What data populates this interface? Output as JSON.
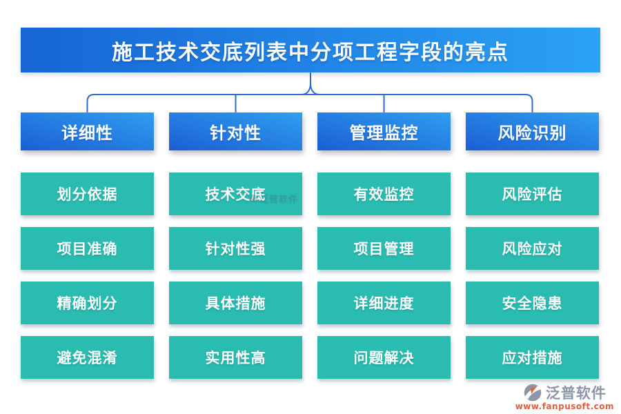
{
  "title": "施工技术交底列表中分项工程字段的亮点",
  "columns": [
    {
      "header": "详细性",
      "items": [
        "划分依据",
        "项目准确",
        "精确划分",
        "避免混淆"
      ]
    },
    {
      "header": "针对性",
      "items": [
        "技术交底",
        "针对性强",
        "具体措施",
        "实用性高"
      ]
    },
    {
      "header": "管理监控",
      "items": [
        "有效监控",
        "项目管理",
        "详细进度",
        "问题解决"
      ]
    },
    {
      "header": "风险识别",
      "items": [
        "风险评估",
        "风险应对",
        "安全隐患",
        "应对措施"
      ]
    }
  ],
  "watermark": {
    "text": "泛普软件"
  },
  "logo": {
    "name": "泛普软件",
    "url": "www.fanpusoft.com"
  },
  "colors": {
    "banner_gradient_start": "#1765d6",
    "banner_gradient_end": "#2ba2f4",
    "header_gradient_start": "#1b5ed3",
    "header_gradient_end": "#2f9ff0",
    "item_teal": "#2abcb1",
    "connector_blue": "#2e6bca",
    "logo_gray": "#8d96a9",
    "logo_orange": "#dd5f3c"
  }
}
